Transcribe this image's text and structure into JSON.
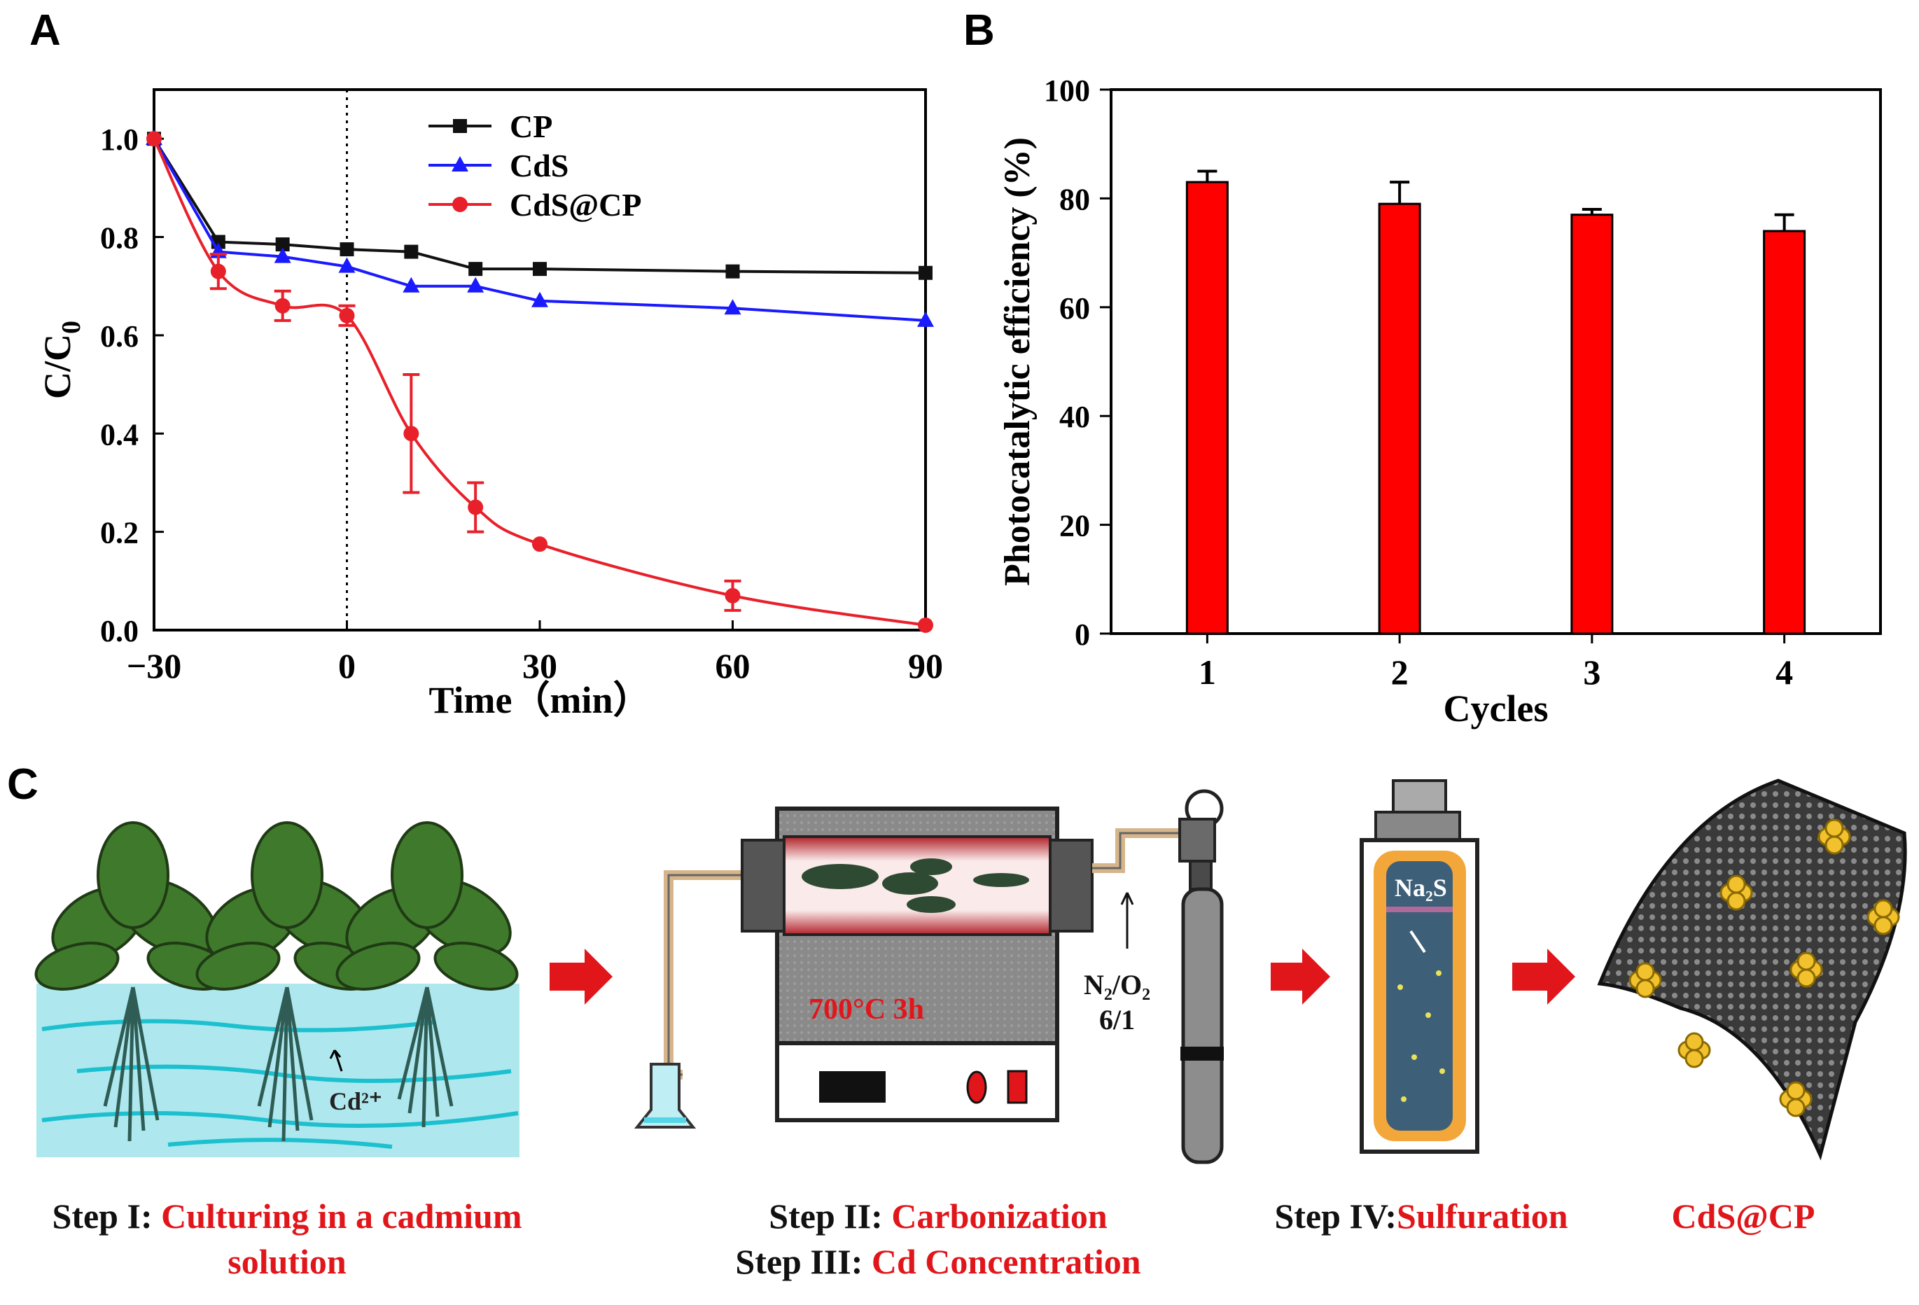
{
  "panels": {
    "a": "A",
    "b": "B",
    "c": "C"
  },
  "colors": {
    "cp": "#111111",
    "cds": "#1a1aff",
    "cdscp": "#e8202a",
    "bar": "#ff0000",
    "step_red": "#e0161b"
  },
  "chart_data": [
    {
      "type": "line",
      "xlabel": "Time（min）",
      "ylabel": "C/C",
      "ylabel_sub": "0",
      "xlim": [
        -30,
        90
      ],
      "ylim": [
        0.0,
        1.1
      ],
      "xticks": [
        -30,
        0,
        30,
        60,
        90
      ],
      "xtick_labels": [
        "−30",
        "0",
        "30",
        "60",
        "90"
      ],
      "yticks": [
        0.0,
        0.2,
        0.4,
        0.6,
        0.8,
        1.0
      ],
      "ytick_labels": [
        "0.0",
        "0.2",
        "0.4",
        "0.6",
        "0.8",
        "1.0"
      ],
      "reference_line_x": 0,
      "legend": "top-center",
      "series": [
        {
          "name": "CP",
          "color": "#111111",
          "marker": "square",
          "x": [
            -30,
            -20,
            -10,
            0,
            10,
            20,
            30,
            60,
            90
          ],
          "y": [
            1.0,
            0.79,
            0.785,
            0.775,
            0.77,
            0.735,
            0.735,
            0.73,
            0.727
          ]
        },
        {
          "name": "CdS",
          "color": "#1a1aff",
          "marker": "triangle",
          "x": [
            -30,
            -20,
            -10,
            0,
            10,
            20,
            30,
            60,
            90
          ],
          "y": [
            1.0,
            0.77,
            0.76,
            0.74,
            0.7,
            0.7,
            0.67,
            0.655,
            0.63
          ]
        },
        {
          "name": "CdS@CP",
          "color": "#e8202a",
          "marker": "circle",
          "x": [
            -30,
            -20,
            -10,
            0,
            10,
            20,
            30,
            60,
            90
          ],
          "y": [
            1.0,
            0.73,
            0.66,
            0.64,
            0.4,
            0.25,
            0.175,
            0.07,
            0.01
          ],
          "err": [
            0,
            0.035,
            0.03,
            0.02,
            0.12,
            0.05,
            0,
            0.03,
            0
          ]
        }
      ]
    },
    {
      "type": "bar",
      "xlabel": "Cycles",
      "ylabel": "Photocatalytic efficiency (%)",
      "categories": [
        "1",
        "2",
        "3",
        "4"
      ],
      "values": [
        83,
        79,
        77,
        74
      ],
      "err": [
        2,
        4,
        1,
        3
      ],
      "ylim": [
        0,
        100
      ],
      "yticks": [
        0,
        20,
        40,
        60,
        80,
        100
      ],
      "color": "#ff0000"
    }
  ],
  "scheme": {
    "cd_label": "Cd²⁺",
    "furnace_label": "700°C 3h",
    "gas_label_line1": "N₂/O₂",
    "gas_label_line2": "6/1",
    "vessel_label": "Na₂S"
  },
  "steps": {
    "s1_prefix": "Step I: ",
    "s1_text": "Culturing in a cadmium",
    "s1_text2": "solution",
    "s2_prefix": "Step II:  ",
    "s2_text": "Carbonization",
    "s3_prefix": "Step III: ",
    "s3_text": "Cd Concentration",
    "s4_prefix": "Step IV:",
    "s4_text": "Sulfuration",
    "product": "CdS@CP"
  }
}
